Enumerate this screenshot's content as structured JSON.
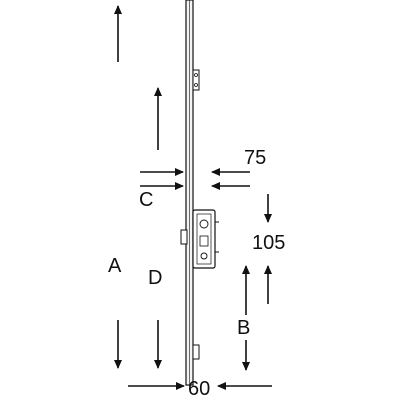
{
  "labels": {
    "A": "A",
    "B": "B",
    "C": "C",
    "D": "D",
    "dim_75": "75",
    "dim_105": "105",
    "dim_60": "60"
  },
  "colors": {
    "line": "#111111",
    "plate_fill": "#f4f4f4",
    "case_fill": "#ffffff"
  }
}
